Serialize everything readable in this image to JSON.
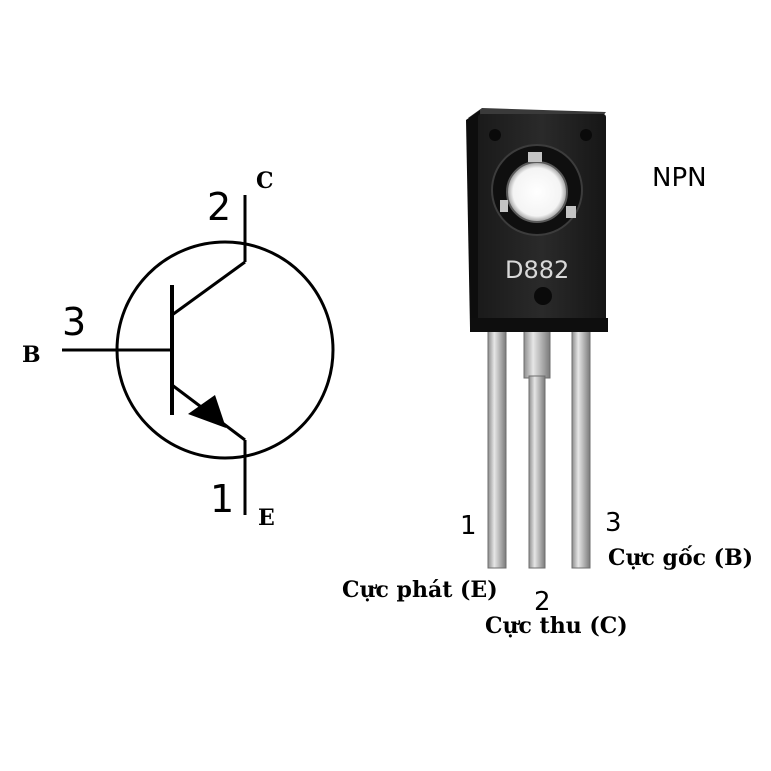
{
  "symbol": {
    "collector_letter": "C",
    "base_letter": "B",
    "emitter_letter": "E",
    "collector_pin": "2",
    "base_pin": "3",
    "emitter_pin": "1"
  },
  "package": {
    "marking": "D882",
    "type": "NPN",
    "pin1_number": "1",
    "pin2_number": "2",
    "pin3_number": "3",
    "pin1_label": "Cực phát (E)",
    "pin2_label": "Cực thu (C)",
    "pin3_label": "Cực gốc (B)"
  }
}
